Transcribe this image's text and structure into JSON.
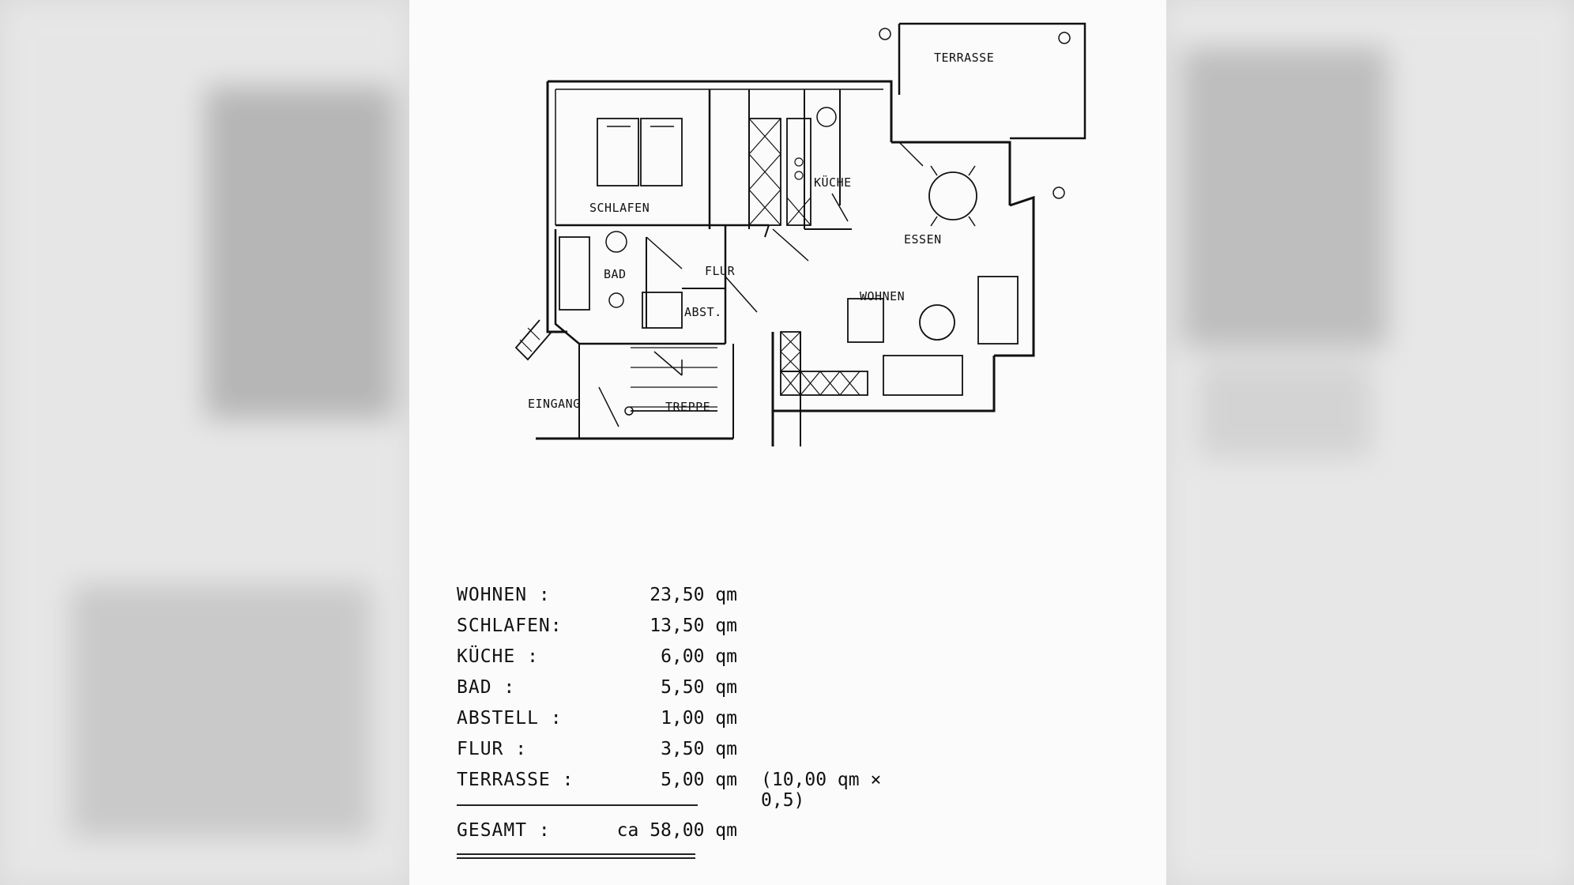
{
  "rooms": {
    "terrasse": "TERRASSE",
    "kueche": "KÜCHE",
    "schlafen": "SCHLAFEN",
    "essen": "ESSEN",
    "bad": "BAD",
    "flur": "FLUR",
    "wohnen": "WOHNEN",
    "abst": "ABST.",
    "eingang": "EINGANG",
    "treppe": "TREPPE"
  },
  "areas": [
    {
      "name": "WOHNEN :",
      "value": "23,50 qm",
      "note": ""
    },
    {
      "name": "SCHLAFEN:",
      "value": "13,50 qm",
      "note": ""
    },
    {
      "name": "KÜCHE :",
      "value": "6,00 qm",
      "note": ""
    },
    {
      "name": "BAD :",
      "value": "5,50 qm",
      "note": ""
    },
    {
      "name": "ABSTELL :",
      "value": "1,00 qm",
      "note": ""
    },
    {
      "name": "FLUR :",
      "value": "3,50 qm",
      "note": ""
    },
    {
      "name": "TERRASSE :",
      "value": "5,00 qm",
      "note": "(10,00 qm × 0,5)"
    }
  ],
  "total": {
    "name": "GESAMT :",
    "value": "ca  58,00 qm"
  }
}
